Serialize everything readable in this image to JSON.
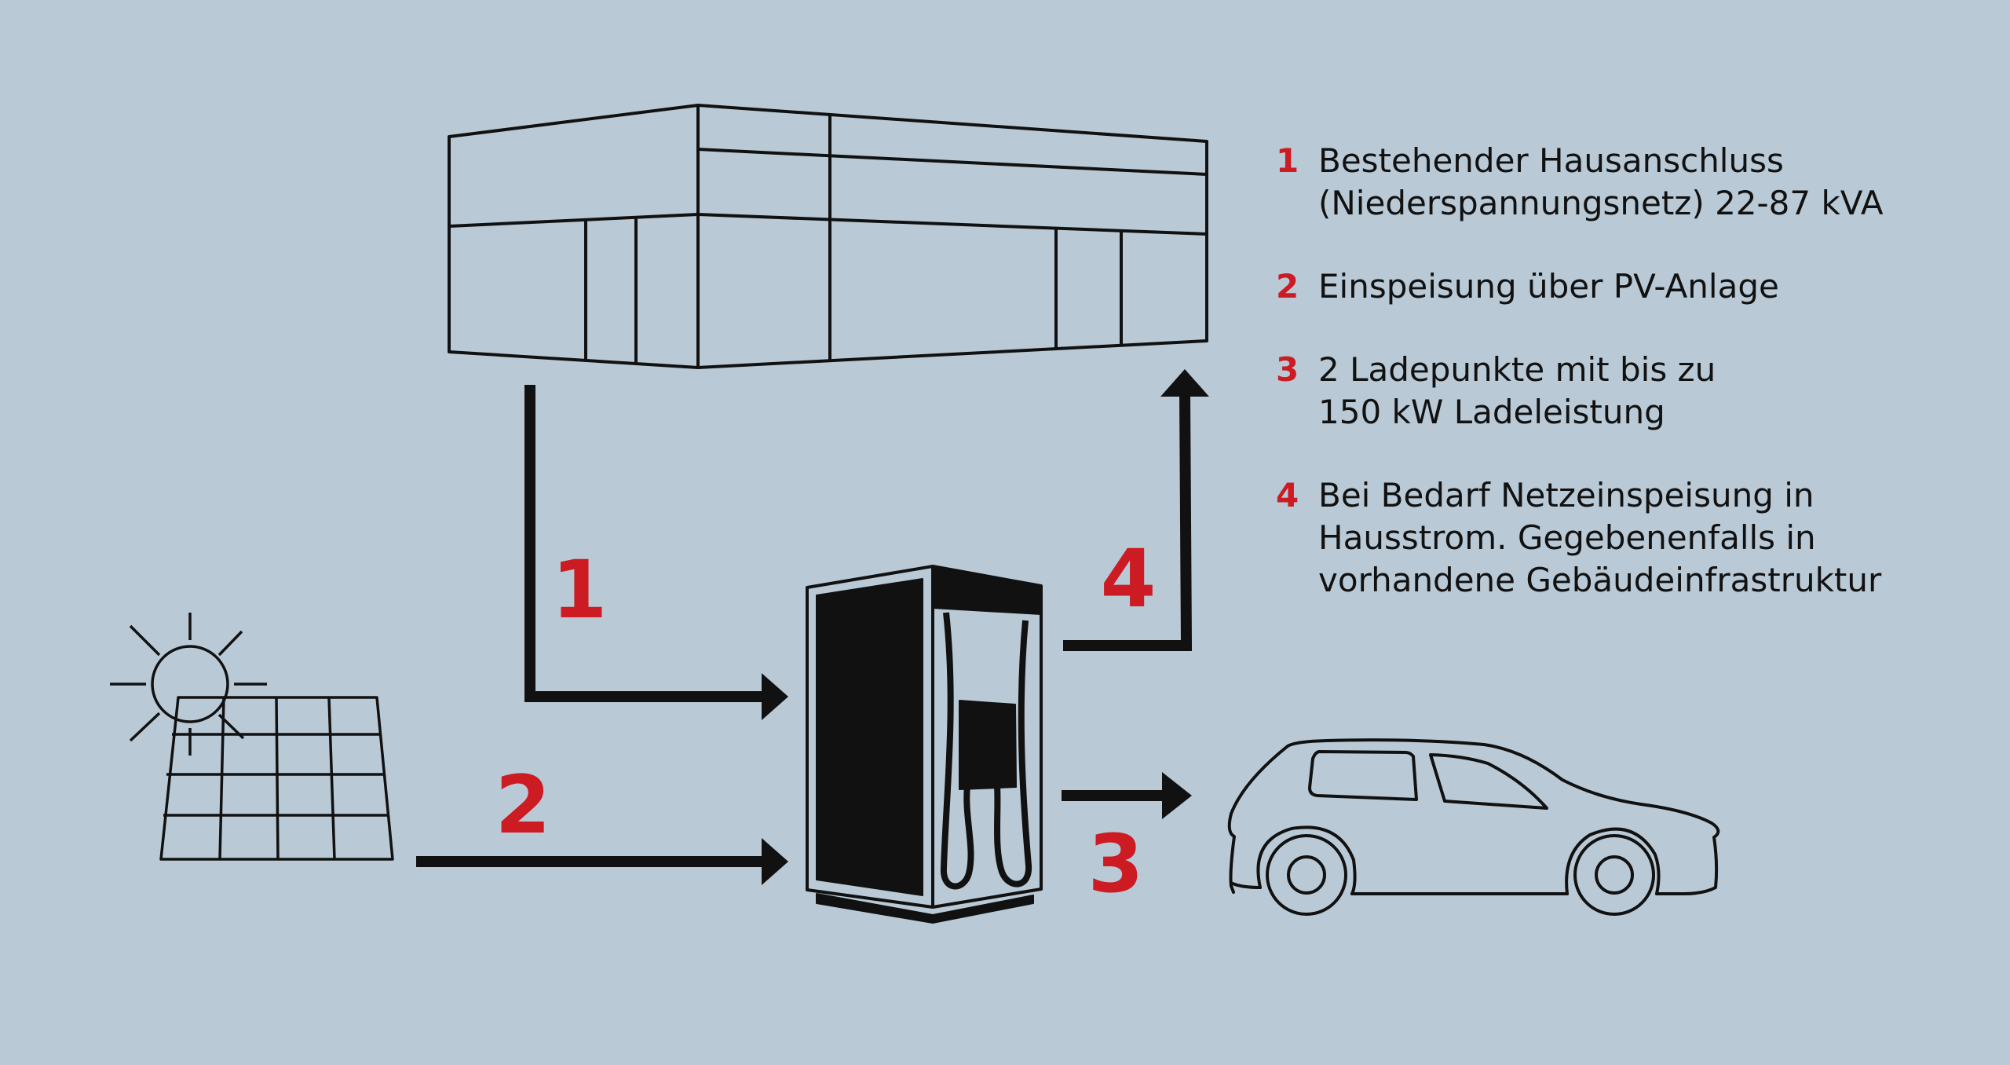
{
  "colors": {
    "background": "#b9cad6",
    "accent": "#cc1b22",
    "stroke": "#111111"
  },
  "icons": [
    "building-icon",
    "solar-panel-icon",
    "sun-icon",
    "charging-station-icon",
    "car-icon"
  ],
  "numbers": {
    "n1": "1",
    "n2": "2",
    "n3": "3",
    "n4": "4"
  },
  "legend": [
    {
      "num": "1",
      "lines": [
        "Bestehender Hausanschluss",
        "(Niederspannungsnetz) 22-87 kVA"
      ]
    },
    {
      "num": "2",
      "lines": [
        "Einspeisung über PV-Anlage"
      ]
    },
    {
      "num": "3",
      "lines": [
        "2 Ladepunkte mit bis zu",
        "150 kW Ladeleistung"
      ]
    },
    {
      "num": "4",
      "lines": [
        "Bei Bedarf Netzeinspeisung in",
        "Hausstrom. Gegebenenfalls in",
        "vorhandene Gebäudeinfrastruktur"
      ]
    }
  ]
}
